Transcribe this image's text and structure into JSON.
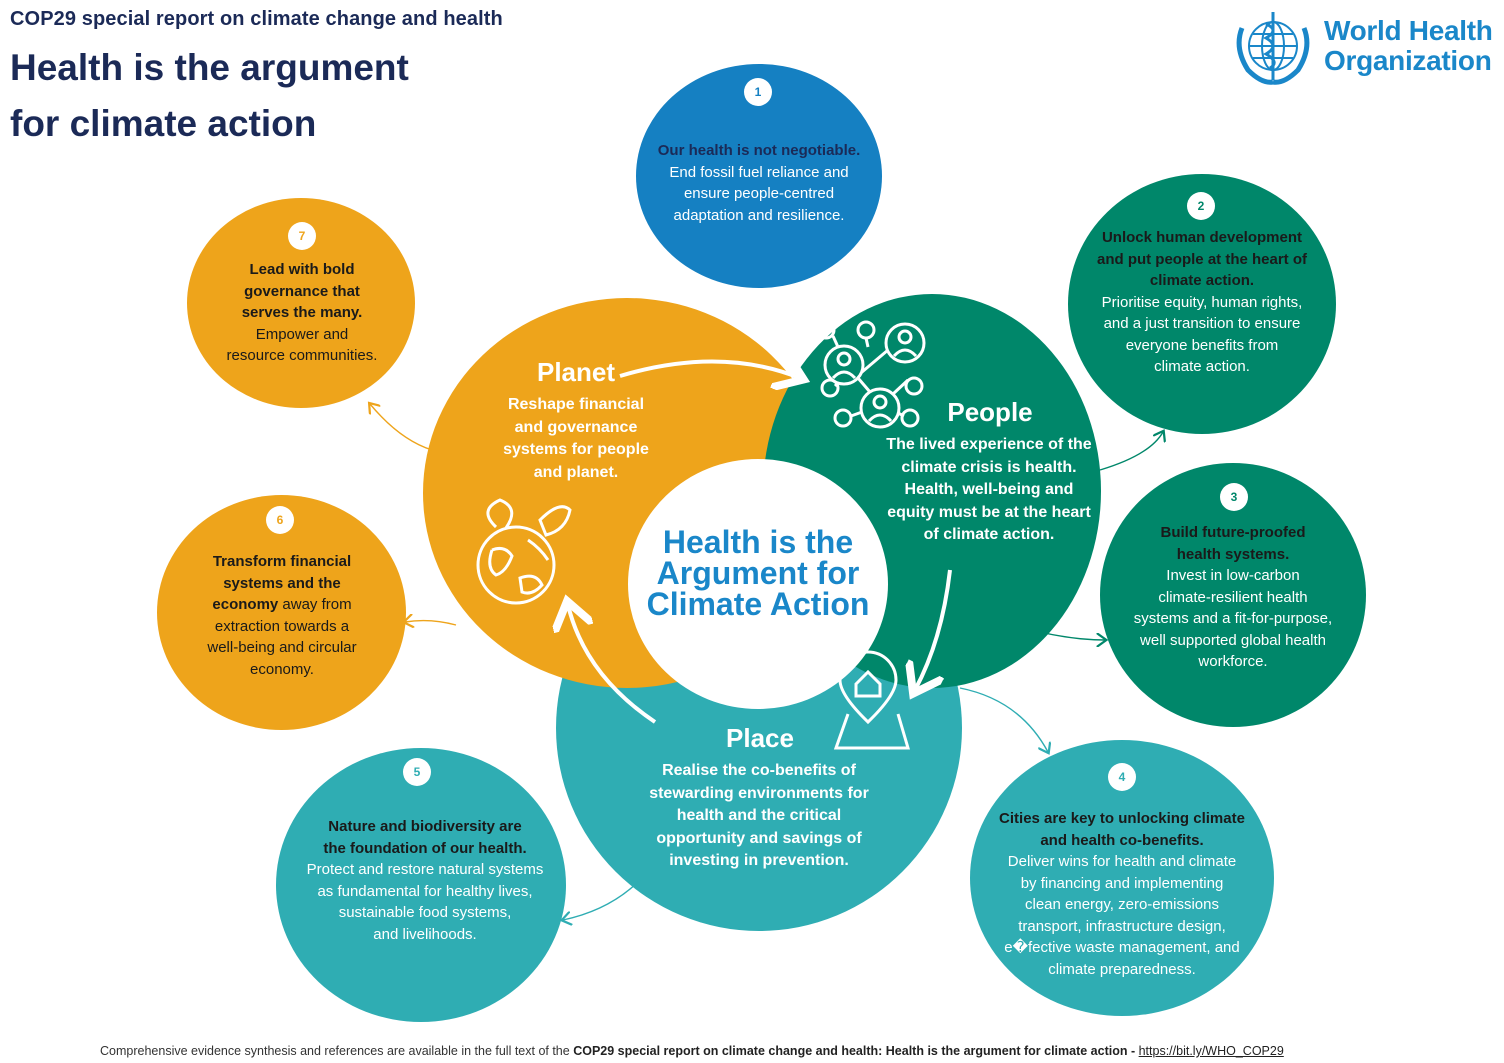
{
  "header": {
    "supertitle": "COP29 special report on climate change and health",
    "title_line1": "Health is the argument",
    "title_line2": "for climate action"
  },
  "logo": {
    "name_line1": "World Health",
    "name_line2": "Organization",
    "icon": "who-emblem-icon"
  },
  "center": {
    "line1": "Health is the",
    "line2": "Argument for",
    "line3": "Climate Action"
  },
  "pillars": {
    "planet": {
      "title": "Planet",
      "lines": [
        "Reshape financial",
        "and governance",
        "systems for people",
        "and planet."
      ],
      "icon": "globe-leaves-icon"
    },
    "people": {
      "title": "People",
      "lines": [
        "The lived experience of the",
        "climate crisis is health.",
        "Health, well-being and",
        "equity must be at the heart",
        "of climate action."
      ],
      "icon": "people-network-icon"
    },
    "place": {
      "title": "Place",
      "lines": [
        "Realise the co-benefits of",
        "stewarding environments for",
        "health and the critical",
        "opportunity and savings of",
        "investing in prevention."
      ],
      "icon": "map-pin-home-icon"
    }
  },
  "recommendations": [
    {
      "number": "1",
      "lead": [
        "Our health is not negotiable."
      ],
      "body": [
        "End fossil fuel reliance and",
        "ensure people-centred",
        "adaptation and resilience."
      ]
    },
    {
      "number": "2",
      "lead": [
        "Unlock human development",
        "and put people at the heart of",
        "climate action."
      ],
      "body": [
        "Prioritise equity, human rights,",
        "and a just transition to ensure",
        "everyone benefits from",
        "climate action."
      ]
    },
    {
      "number": "3",
      "lead": [
        "Build future-proofed",
        "health systems."
      ],
      "body": [
        "Invest in low-carbon",
        "climate-resilient health",
        "systems and a fit-for-purpose,",
        "well supported global health",
        "workforce."
      ]
    },
    {
      "number": "4",
      "lead": [
        "Cities are key to unlocking climate",
        "and health co-benefits."
      ],
      "body": [
        "Deliver wins for health and climate",
        "by financing and implementing",
        "clean energy, zero-emissions",
        "transport, infrastructure design,",
        "e�fective waste management, and",
        "climate preparedness."
      ]
    },
    {
      "number": "5",
      "lead": [
        "Nature and biodiversity are",
        "the foundation of our health."
      ],
      "body": [
        "Protect and restore natural systems",
        "as fundamental for healthy lives,",
        "sustainable food systems,",
        "and livelihoods."
      ]
    },
    {
      "number": "6",
      "lead_mixed": [
        "Transform financial",
        "systems and the"
      ],
      "lead_inline": "economy",
      "inline_rest": " away from",
      "body": [
        "extraction towards a",
        "well-being and circular",
        "economy."
      ]
    },
    {
      "number": "7",
      "lead": [
        "Lead with bold",
        "governance that",
        "serves the many."
      ],
      "body": [
        "Empower and",
        "resource communities."
      ]
    }
  ],
  "footer": {
    "text": "Comprehensive evidence synthesis and references are available in the  full text of the ",
    "bold": "COP29 special report on climate change and health: Health is the argument for climate action - ",
    "link": "https://bit.ly/WHO_COP29"
  },
  "colors": {
    "navy": "#1b2a57",
    "who_blue": "#1a87c9",
    "planet_orange": "#eea41b",
    "people_green": "#00876a",
    "place_teal": "#2fadb3",
    "rec1_blue": "#1580c2"
  }
}
